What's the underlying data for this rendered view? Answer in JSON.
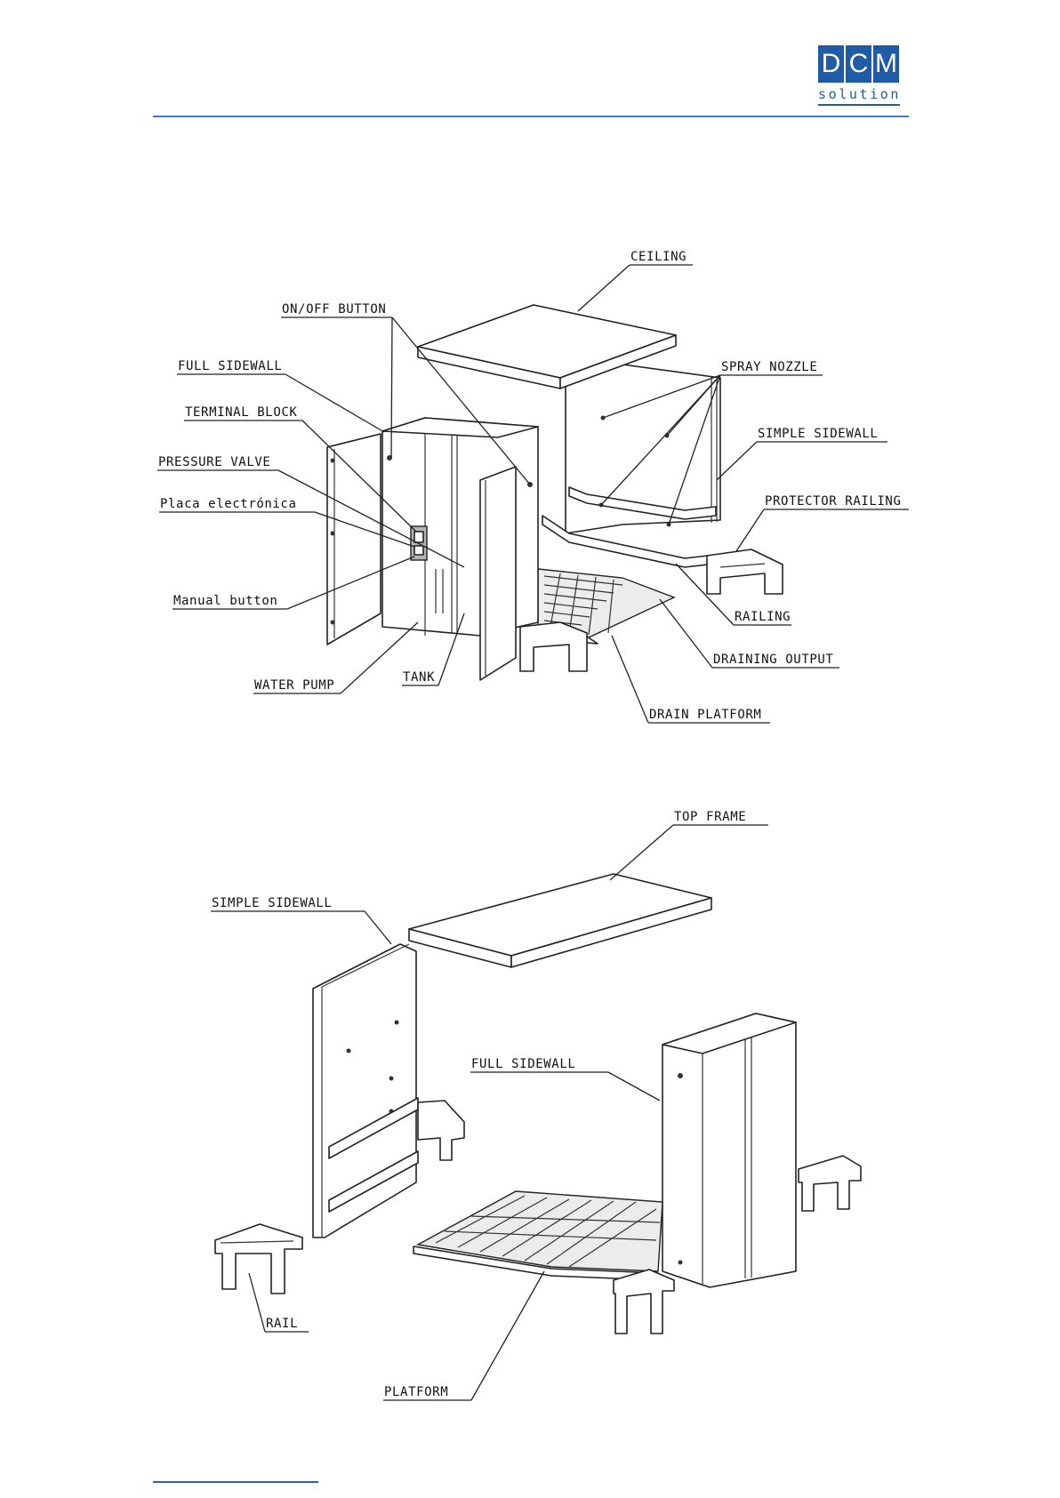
{
  "header": {
    "logo": {
      "letters": [
        "D",
        "C",
        "M"
      ],
      "word": "solution",
      "color": "#1f5ba6"
    },
    "rule_color": "#3b7cd0"
  },
  "diagram_1": {
    "labels": {
      "ceiling": "CEILING",
      "on_off_button": "ON/OFF BUTTON",
      "full_sidewall": "FULL SIDEWALL",
      "spray_nozzle": "SPRAY NOZZLE",
      "terminal_block": "TERMINAL BLOCK",
      "simple_sidewall": "SIMPLE SIDEWALL",
      "pressure_valve": "PRESSURE VALVE",
      "protector_railing": "PROTECTOR RAILING",
      "placa_electronica": "Placa electrónica",
      "manual_button": "Manual button",
      "railing": "RAILING",
      "draining_output": "DRAINING OUTPUT",
      "water_pump": "WATER PUMP",
      "tank": "TANK",
      "drain_platform": "DRAIN PLATFORM"
    }
  },
  "diagram_2": {
    "labels": {
      "top_frame": "TOP FRAME",
      "simple_sidewall": "SIMPLE SIDEWALL",
      "full_sidewall": "FULL SIDEWALL",
      "rail": "RAIL",
      "platform": "PLATFORM"
    }
  },
  "footer": {
    "link_color": "#2a5bd0"
  }
}
